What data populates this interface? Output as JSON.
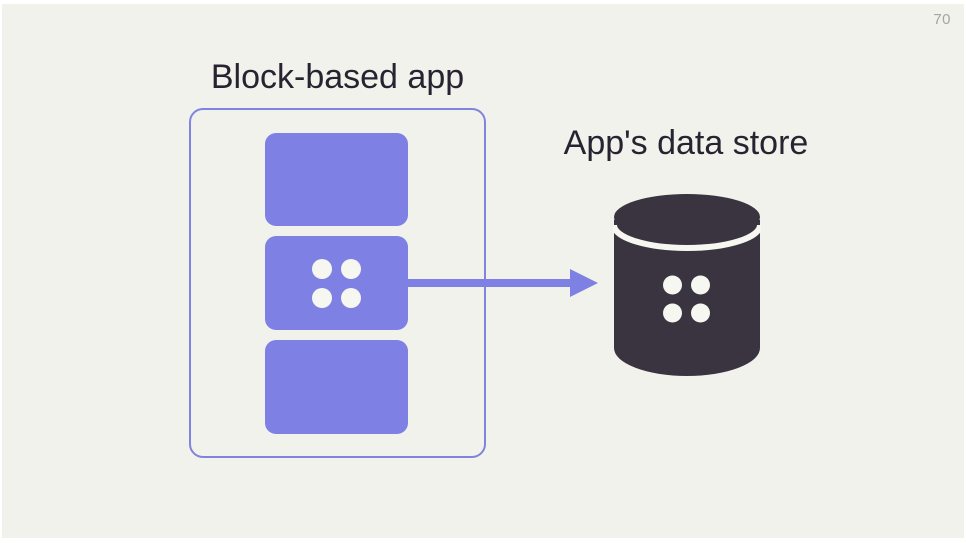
{
  "slide": {
    "page_number": "70",
    "background": "#f1f2ec",
    "frame_color": "#ffffff"
  },
  "colors": {
    "accent_purple": "#7e81e3",
    "outline_purple": "#8184de",
    "dark_charcoal": "#393440",
    "text_dark": "#272330",
    "dot_white": "#f6f7f0",
    "page_number_gray": "#a4a4a0"
  },
  "diagram": {
    "app": {
      "title": "Block-based app",
      "block_count": 3,
      "middle_block_icon": "four-dots-icon"
    },
    "arrow": {
      "direction": "right",
      "from": "middle-block",
      "to": "database"
    },
    "data_store": {
      "title": "App's data store",
      "icon": "database-cylinder-icon"
    }
  }
}
